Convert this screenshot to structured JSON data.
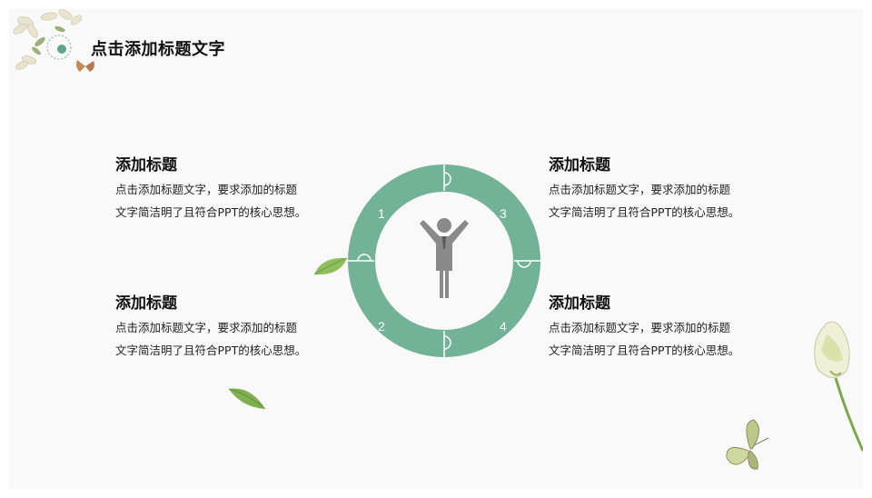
{
  "header": {
    "title": "点击添加标题文字"
  },
  "blocks": [
    {
      "heading": "添加标题",
      "line1": "点击添加标题文字，要求添加的标题",
      "line2": "文字简洁明了且符合PPT的核心思想。"
    },
    {
      "heading": "添加标题",
      "line1": "点击添加标题文字，要求添加的标题",
      "line2": "文字简洁明了且符合PPT的核心思想。"
    },
    {
      "heading": "添加标题",
      "line1": "点击添加标题文字，要求添加的标题",
      "line2": "文字简洁明了且符合PPT的核心思想。"
    },
    {
      "heading": "添加标题",
      "line1": "点击添加标题文字，要求添加的标题",
      "line2": "文字简洁明了且符合PPT的核心思想。"
    }
  ],
  "wheel": {
    "numbers": [
      "1",
      "3",
      "2",
      "4"
    ],
    "ring_color": "#72b398",
    "figure_color": "#8a8a8a",
    "icon": "person-arms-raised-icon"
  },
  "decorations": [
    "flower-icon",
    "leaf-icon",
    "butterfly-icon",
    "lily-flower-icon"
  ]
}
